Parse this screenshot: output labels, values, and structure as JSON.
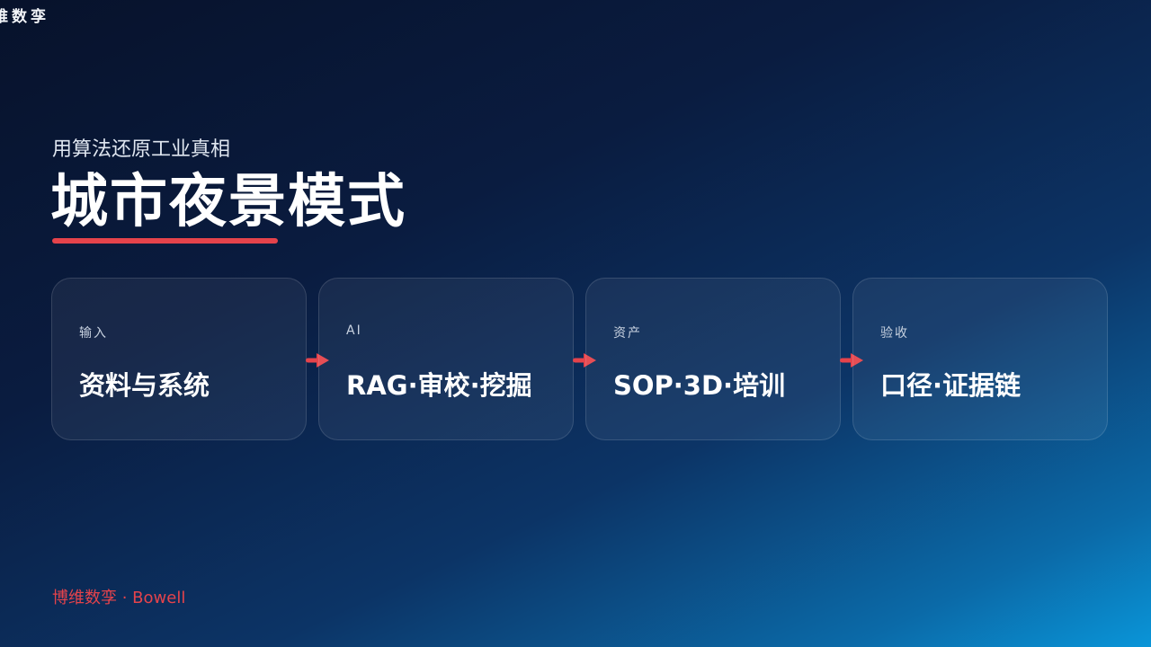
{
  "brand": {
    "logo_text": "维数孪"
  },
  "header": {
    "subtitle": "用算法还原工业真相",
    "title": "城市夜景模式"
  },
  "accent_color": "#e5434b",
  "steps": [
    {
      "label": "输入",
      "value": "资料与系统"
    },
    {
      "label": "AI",
      "value": "RAG·审校·挖掘"
    },
    {
      "label": "资产",
      "value": "SOP·3D·培训"
    },
    {
      "label": "验收",
      "value": "口径·证据链"
    }
  ],
  "connector_icon": "arrow-right-icon",
  "footer": {
    "text": "博维数孪 · Bowell"
  }
}
